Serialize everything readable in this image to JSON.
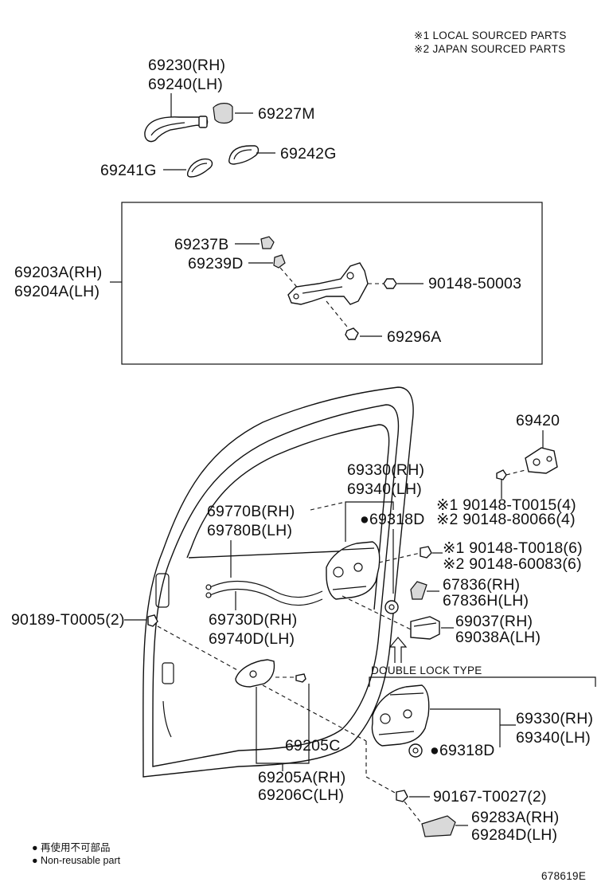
{
  "notes": {
    "local": "※1 LOCAL SOURCED PARTS",
    "japan": "※2 JAPAN SOURCED PARTS"
  },
  "labels": {
    "p69230": "69230(RH)",
    "p69240": "69240(LH)",
    "p69227M": "69227M",
    "p69242G": "69242G",
    "p69241G": "69241G",
    "p69237B": "69237B",
    "p69239D": "69239D",
    "p69203A": "69203A(RH)",
    "p69204A": "69204A(LH)",
    "p9014850003": "90148-50003",
    "p69296A": "69296A",
    "p69420": "69420",
    "p69330_top": "69330(RH)",
    "p69340_top": "69340(LH)",
    "p69318D_top": "●69318D",
    "p69770B": "69770B(RH)",
    "p69780B": "69780B(LH)",
    "p90148T0015": "※1 90148-T0015(4)",
    "p9014880066": "※2 90148-80066(4)",
    "p90148T0018": "※1 90148-T0018(6)",
    "p9014860083": "※2 90148-60083(6)",
    "p67836": "67836(RH)",
    "p67836H": "67836H(LH)",
    "p69037": "69037(RH)",
    "p69038A": "69038A(LH)",
    "p90189": "90189-T0005(2)",
    "p69730D": "69730D(RH)",
    "p69740D": "69740D(LH)",
    "double_lock": "DOUBLE LOCK TYPE",
    "p69330_dl": "69330(RH)",
    "p69340_dl": "69340(LH)",
    "p69318D_dl": "●69318D",
    "p69205C": "69205C",
    "p69205A": "69205A(RH)",
    "p69206C": "69206C(LH)",
    "p90167": "90167-T0027(2)",
    "p69283A": "69283A(RH)",
    "p69284D": "69284D(LH)"
  },
  "legend": {
    "jp": "● 再使用不可部品",
    "en": "● Non-reusable part"
  },
  "figure_id": "678619E"
}
